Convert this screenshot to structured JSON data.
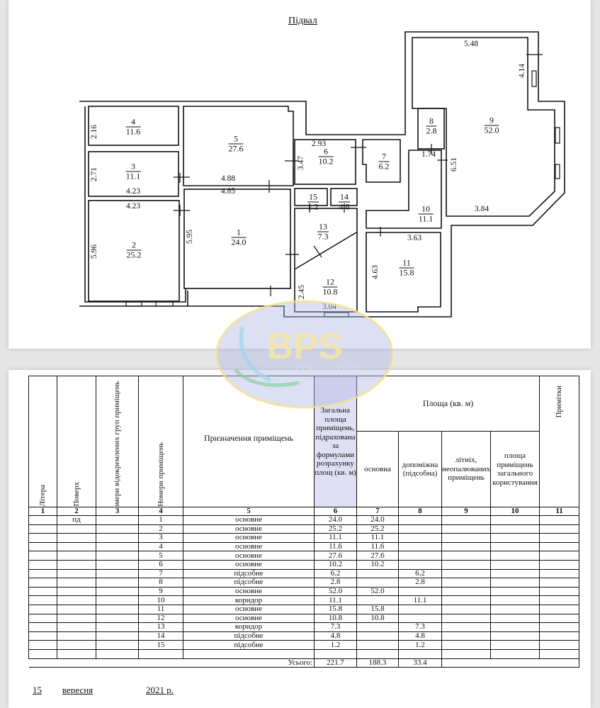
{
  "plan": {
    "title": "Підвал",
    "rooms": [
      {
        "num": "1",
        "area": "24.0"
      },
      {
        "num": "2",
        "area": "25.2"
      },
      {
        "num": "3",
        "area": "11.1"
      },
      {
        "num": "4",
        "area": "11.6"
      },
      {
        "num": "5",
        "area": "27.6"
      },
      {
        "num": "6",
        "area": "10.2"
      },
      {
        "num": "7",
        "area": "6.2"
      },
      {
        "num": "8",
        "area": "2.8"
      },
      {
        "num": "9",
        "area": "52.0"
      },
      {
        "num": "10",
        "area": "11.1"
      },
      {
        "num": "11",
        "area": "15.8"
      },
      {
        "num": "12",
        "area": "10.8"
      },
      {
        "num": "13",
        "area": "7.3"
      },
      {
        "num": "14",
        "area": "4.8"
      },
      {
        "num": "15",
        "area": "1.2"
      }
    ],
    "dimensions": [
      "2.16",
      "2.71",
      "4.23",
      "4.23",
      "5.96",
      "5.95",
      "4.88",
      "4.85",
      "3.47",
      "2.93",
      "5.48",
      "4.14",
      "1.74",
      "6.51",
      "3.84",
      "3.63",
      "4.63",
      "2.45",
      "3.04"
    ]
  },
  "watermark": {
    "brand": "BPS",
    "sub": "CONSULTING",
    "colors": {
      "ring": "#f3e38a",
      "fill": "#b4b8e4",
      "text": "#f4e6a6"
    }
  },
  "table": {
    "headers": {
      "c1": "Літера",
      "c2": "Поверх",
      "c3": "Номери відокремлених груп приміщень",
      "c4": "Номери приміщень",
      "c5": "Призначення приміщень",
      "c6": "Загальна площа приміщень, підрахована за формулами розрахунку площ (кв. м)",
      "area_group": "Площа (кв. м)",
      "c7": "основна",
      "c8": "допоміжна (підсобна)",
      "c9": "літніх, неопалюваних приміщень",
      "c10": "площа приміщень загального користування",
      "c11": "Примітки"
    },
    "col_numbers": [
      "1",
      "2",
      "3",
      "4",
      "5",
      "6",
      "7",
      "8",
      "9",
      "10",
      "11"
    ],
    "rows": [
      {
        "floor": "пд",
        "num": "1",
        "purpose": "основне",
        "total": "24.0",
        "main": "24.0",
        "aux": ""
      },
      {
        "floor": "",
        "num": "2",
        "purpose": "основне",
        "total": "25.2",
        "main": "25.2",
        "aux": ""
      },
      {
        "floor": "",
        "num": "3",
        "purpose": "основне",
        "total": "11.1",
        "main": "11.1",
        "aux": ""
      },
      {
        "floor": "",
        "num": "4",
        "purpose": "основне",
        "total": "11.6",
        "main": "11.6",
        "aux": ""
      },
      {
        "floor": "",
        "num": "5",
        "purpose": "основне",
        "total": "27.6",
        "main": "27.6",
        "aux": ""
      },
      {
        "floor": "",
        "num": "6",
        "purpose": "основне",
        "total": "10.2",
        "main": "10.2",
        "aux": ""
      },
      {
        "floor": "",
        "num": "7",
        "purpose": "підсобне",
        "total": "6.2",
        "main": "",
        "aux": "6.2"
      },
      {
        "floor": "",
        "num": "8",
        "purpose": "підсобне",
        "total": "2.8",
        "main": "",
        "aux": "2.8"
      },
      {
        "floor": "",
        "num": "9",
        "purpose": "основне",
        "total": "52.0",
        "main": "52.0",
        "aux": ""
      },
      {
        "floor": "",
        "num": "10",
        "purpose": "коридор",
        "total": "11.1",
        "main": "",
        "aux": "11.1"
      },
      {
        "floor": "",
        "num": "11",
        "purpose": "основне",
        "total": "15.8",
        "main": "15.8",
        "aux": ""
      },
      {
        "floor": "",
        "num": "12",
        "purpose": "основне",
        "total": "10.8",
        "main": "10.8",
        "aux": ""
      },
      {
        "floor": "",
        "num": "13",
        "purpose": "коридор",
        "total": "7.3",
        "main": "",
        "aux": "7.3"
      },
      {
        "floor": "",
        "num": "14",
        "purpose": "підсобне",
        "total": "4.8",
        "main": "",
        "aux": "4.8"
      },
      {
        "floor": "",
        "num": "15",
        "purpose": "підсобне",
        "total": "1.2",
        "main": "",
        "aux": "1.2"
      }
    ],
    "total": {
      "label": "Усього:",
      "total": "221.7",
      "main": "188.3",
      "aux": "33.4"
    }
  },
  "date": {
    "day": "15",
    "month": "вересня",
    "year": "2021 р."
  }
}
